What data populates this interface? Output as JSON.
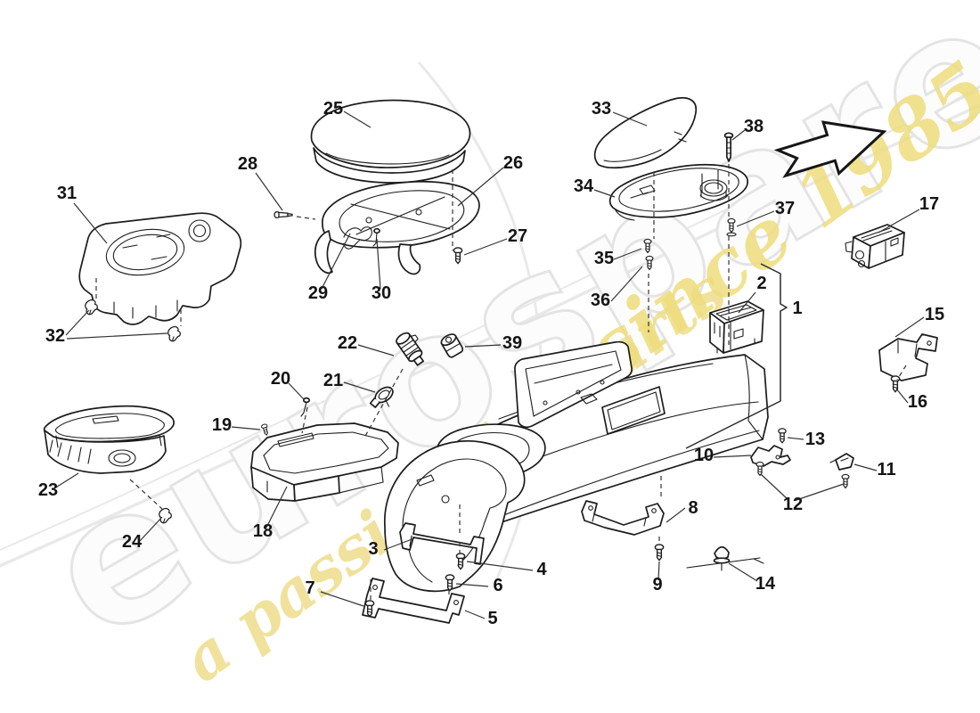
{
  "diagram": {
    "callouts": {
      "1": "1",
      "2": "2",
      "3": "3",
      "4": "4",
      "5": "5",
      "6": "6",
      "7": "7",
      "8": "8",
      "9": "9",
      "10": "10",
      "11": "11",
      "12": "12",
      "13": "13",
      "14": "14",
      "15": "15",
      "16": "16",
      "17": "17",
      "18": "18",
      "19": "19",
      "20": "20",
      "21": "21",
      "22": "22",
      "23": "23",
      "24": "24",
      "25": "25",
      "26": "26",
      "27": "27",
      "28": "28",
      "29": "29",
      "30": "30",
      "31": "31",
      "32": "32",
      "33": "33",
      "34": "34",
      "35": "35",
      "36": "36",
      "37": "37",
      "38": "38",
      "39": "39"
    }
  },
  "watermarks": {
    "brand": "eurospares",
    "tagline": "a passion for parts",
    "since": "since 1985"
  },
  "icons": {
    "direction_arrow": "block-arrow-forward"
  },
  "colors": {
    "line_art": "#1c1c1c",
    "watermark_gray": "#e4e4e4",
    "watermark_yellow": "#eedd7d"
  }
}
